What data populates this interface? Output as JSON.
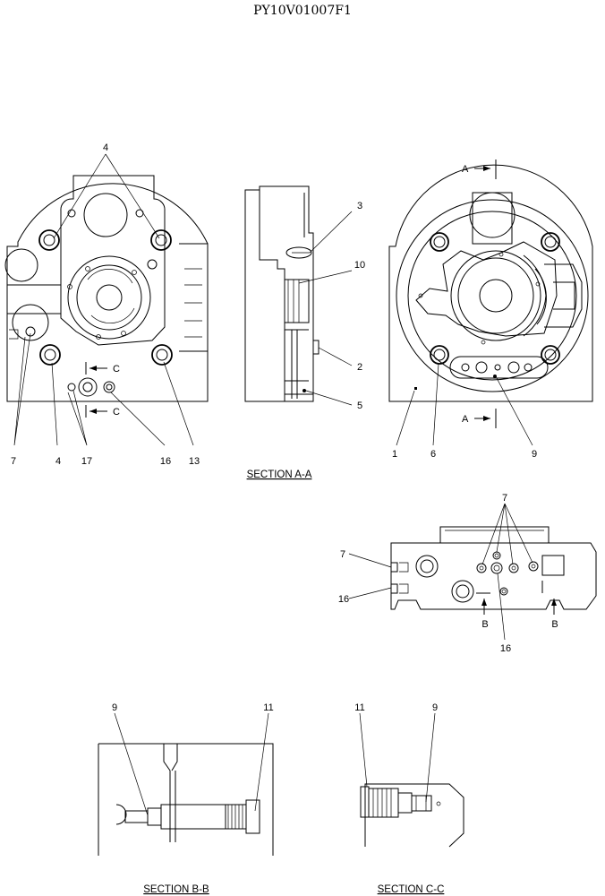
{
  "document_id": "PY10V01007F1",
  "sections": {
    "aa": "SECTION  A-A",
    "bb": "SECTION  B-B",
    "cc": "SECTION  C-C"
  },
  "cut_markers": {
    "a_top": "A",
    "a_bottom": "A",
    "c_top": "C",
    "c_bottom": "C",
    "b_left": "B",
    "b_right": "B"
  },
  "callouts": {
    "front_top_4": "4",
    "front_7": "7",
    "front_4": "4",
    "front_17": "17",
    "front_16": "16",
    "front_13": "13",
    "side_3": "3",
    "side_10": "10",
    "side_2": "2",
    "side_5": "5",
    "rear_1": "1",
    "rear_6": "6",
    "rear_9": "9",
    "sub_7_top": "7",
    "sub_7_left": "7",
    "sub_16_left": "16",
    "sub_16_bottom": "16",
    "bb_9": "9",
    "bb_11": "11",
    "cc_11": "11",
    "cc_9": "9"
  }
}
